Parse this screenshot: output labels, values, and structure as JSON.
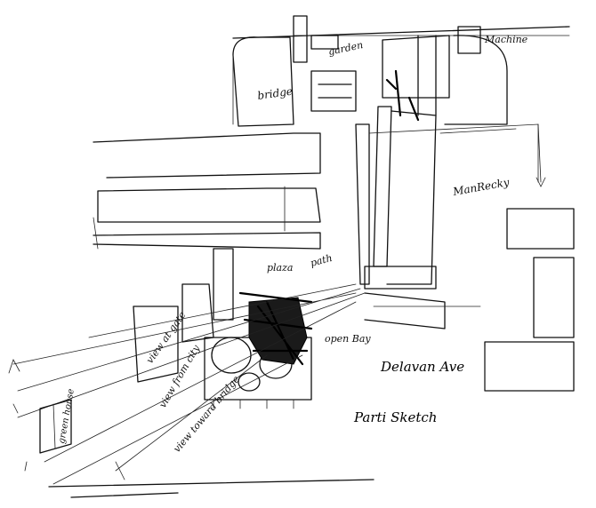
{
  "sketch": {
    "title_label": "Parti Sketch",
    "street_label": "Delavan Ave",
    "labels": {
      "plaza": "plaza",
      "garden": "garden",
      "bridge": "bridge",
      "machine": "Machine",
      "manifesto": "ManRecky",
      "piazza": "plaza",
      "path": "path",
      "open_bay": "open Bay",
      "view_gate": "view at gate",
      "view_city": "view from city",
      "view_toward": "view toward bridge",
      "green_house": "green house"
    }
  }
}
